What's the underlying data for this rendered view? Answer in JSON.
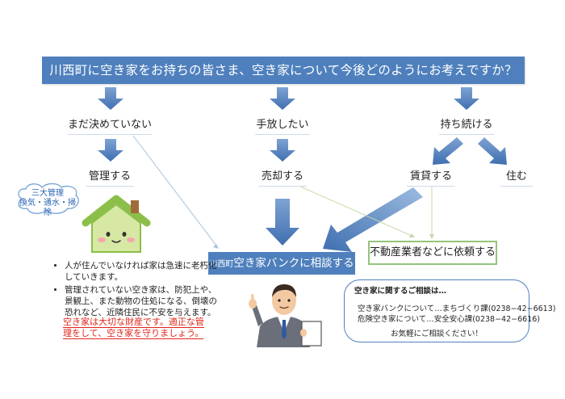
{
  "question": "川西町に空き家をお持ちの皆さま、空き家について今後どのようにお考えですか？",
  "nodes": {
    "undecided": "まだ決めていない",
    "let_go": "手放したい",
    "keep": "持ち続ける",
    "manage": "管理する",
    "sell": "売却する",
    "rent": "賃貸する",
    "live": "住む"
  },
  "consult": {
    "prefix": "川西町",
    "main": "空き家バンクに相談する"
  },
  "agency": "不動産業者などに依頼する",
  "speech_bubble": {
    "line1": "三大管理",
    "line2": "換気・通水・掃除"
  },
  "bullets": [
    "人が住んでいなければ家は急速に老朽化していきます。",
    "管理されていない空き家は、防犯上や、景観上、また動物の住処になる、倒壊の恐れなど、近隣住民に不安を与えます。"
  ],
  "warning": "空き家は大切な財産です。適正な管理をして、空き家を守りましょう。",
  "contact": {
    "title": "空き家に関するご相談は…",
    "line1": "空き家バンクについて…まちづくり課(0238−42−6613)",
    "line2": "危険空き家について…安全安心課(0238−42−6616)",
    "cta": "お気軽にご相談ください！"
  },
  "colors": {
    "primary": "#4f80bd",
    "agency_border": "#93c47d",
    "warning": "#e0251b",
    "house_fill": "#d6e8a3",
    "house_roof": "#8cbf4a"
  }
}
